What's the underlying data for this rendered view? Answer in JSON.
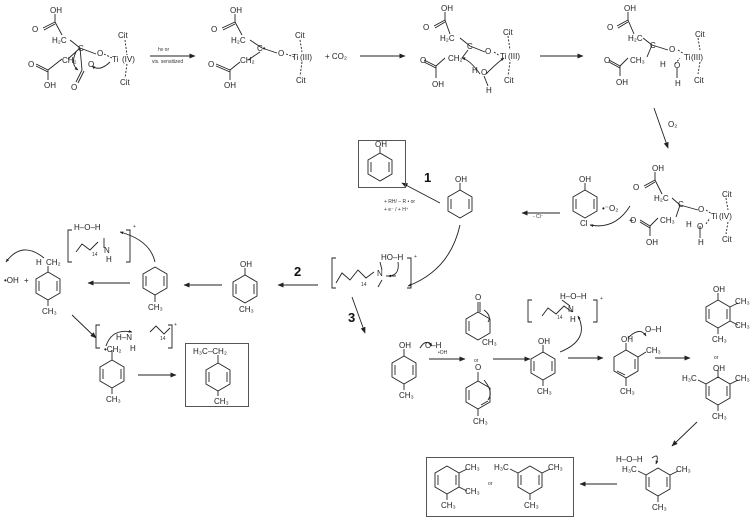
{
  "diagram": {
    "type": "reaction-mechanism",
    "title": "Photocatalytic Ti-citrate radical mechanism for toluene/phenol alkylation pathways"
  },
  "reagents": {
    "hv_label": "hv   or",
    "vis_label": "vis. sensitized",
    "co2": "+  CO₂",
    "o2": "O₂",
    "o2_radical": "•⁻O₂",
    "plus": "+",
    "minus_cl": "- Cl⁻",
    "rh_label_1": "+  RH/ – R •  or",
    "rh_label_2": "+ e⁻ / + H⁺",
    "oh_radical": "•OH",
    "or": "or"
  },
  "steps": {
    "step1": "1",
    "step2": "2",
    "step3": "3"
  },
  "molecules": {
    "ti_iv_1": {
      "oh_top": "OH",
      "o_eq": "O",
      "h2c": "H₂C",
      "c": "C",
      "o": "O",
      "ti": "Ti",
      "ox": "(IV)",
      "cit_top": "Cit",
      "cit_bot": "Cit",
      "ch2": "CH₂",
      "o2": "O",
      "oh_bot": "OH",
      "o_carb": "O"
    },
    "ti_iii_1": {
      "oh_top": "OH",
      "o_eq": "O",
      "h2c": "H₂C",
      "c": "C•",
      "o": "O",
      "ti": "Ti",
      "ox": "(III)",
      "cit_top": "Cit",
      "cit_bot": "Cit",
      "ch2": "CH₂",
      "oh_bot": "OH"
    },
    "ti_iii_2": {
      "oh_top": "OH",
      "o_eq": "O",
      "h2c": "H₂C",
      "c": "C",
      "o": "O",
      "ti": "Ti",
      "ox": "(III)",
      "cit_top": "Cit",
      "cit_bot": "Cit",
      "ch2": "CH₂•",
      "h": "H",
      "o_w": "O",
      "h_w": "H",
      "oh_bot": "OH"
    },
    "ti_iii_3": {
      "oh_top": "OH",
      "o_eq": "O",
      "h2c": "H₂C",
      "c": "C",
      "o": "O",
      "ti": "Ti",
      "ox": "(III)",
      "cit_top": "Cit",
      "cit_bot": "Cit",
      "ch3": "CH₃",
      "h": "H",
      "o_w": "O",
      "h_w": "H",
      "oh_bot": "OH"
    },
    "ti_iv_2": {
      "oh_top": "OH",
      "o_eq": "O",
      "h2c": "H₂C",
      "c": "C",
      "o": "O",
      "ti": "Ti",
      "ox": "(IV)",
      "cit_top": "Cit",
      "cit_bot": "Cit",
      "ch3": "CH₃",
      "h": "H",
      "o_w": "O",
      "h_w": "H",
      "oh_bot": "OH"
    },
    "chlorophenol": {
      "oh": "OH",
      "cl": "Cl"
    },
    "phenyl_radical": {
      "oh": "OH"
    },
    "phenol_product": {
      "oh": "OH"
    },
    "ammonium": {
      "hoh": "HO–H",
      "n": "N",
      "sub14": "14",
      "plus": "+"
    },
    "cresol_left": {
      "oh": "OH",
      "ch3": "CH₃"
    },
    "tolyl_radical": {
      "ch3": "CH₃"
    },
    "ammonium_left": {
      "hoh": "H–O–H",
      "n": "N",
      "h": "H",
      "sub14": "14",
      "plus": "+"
    },
    "xylyl": {
      "h": "H",
      "ch2": "CH₂",
      "oh": "•OH",
      "plus": "+",
      "ch3": "CH₃"
    },
    "benzyl_ammonium": {
      "ch2": "•CH₂",
      "hn": "H–N",
      "h": "H",
      "sub14": "14",
      "plus": "+",
      "ch3": "CH₃"
    },
    "ethyltoluene": {
      "h3c": "H₃C–CH₂",
      "ch3": "CH₃"
    },
    "cresol_3": {
      "oh": "OH",
      "ohr": "O–H",
      "ch3": "CH₃"
    },
    "dienone_a": {
      "o": "O",
      "ch3": "CH₃"
    },
    "dienone_b": {
      "o": "O",
      "ch3": "CH₃"
    },
    "cresol_ammonium": {
      "hoh": "H–O–H",
      "n": "N",
      "h": "H",
      "sub14": "14",
      "plus": "+",
      "oh": "OH",
      "ch3": "CH₃"
    },
    "xylenol_radical": {
      "oh": "OH",
      "ohr": "O–H",
      "ch3a": "CH₃",
      "ch3b": "CH₃"
    },
    "trimethylphenol_a": {
      "oh": "OH",
      "ch3a": "CH₃",
      "ch3b": "CH₃",
      "ch3c": "CH₃"
    },
    "trimethylphenol_b": {
      "oh": "OH",
      "h3c": "H₃C",
      "ch3a": "CH₃",
      "ch3b": "CH₃"
    },
    "mesityl_water": {
      "hoh": "H–O–H",
      "h3c": "H₃C",
      "ch3a": "CH₃",
      "ch3b": "CH₃"
    },
    "trimethylbenzene_a": {
      "ch3a": "CH₃",
      "ch3b": "CH₃",
      "ch3c": "CH₃"
    },
    "trimethylbenzene_b": {
      "h3c": "H₃C",
      "ch3a": "CH₃",
      "ch3b": "CH₃"
    }
  },
  "colors": {
    "ink": "#222222",
    "box": "#555555"
  }
}
